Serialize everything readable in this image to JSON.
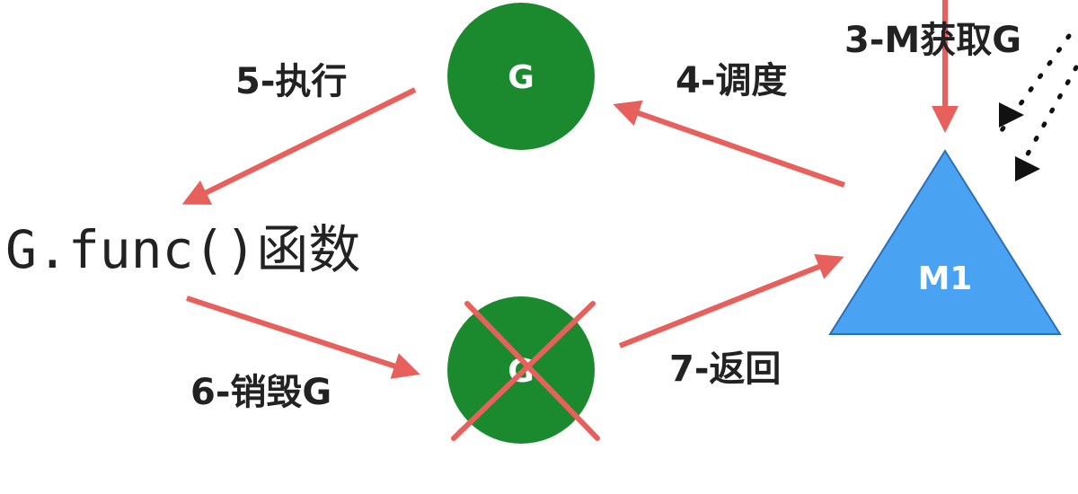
{
  "colors": {
    "goroutine_fill": "#1b8a2f",
    "machine_fill": "#4aa3f2",
    "arrow": "#e8605c",
    "text": "#222222"
  },
  "nodes": {
    "g_top": "G",
    "g_bottom": "G",
    "m1": "M1",
    "func": "G.func()函数"
  },
  "steps": {
    "step3": "3-M获取G",
    "step4": "4-调度",
    "step5": "5-执行",
    "step6": "6-销毁G",
    "step7": "7-返回"
  }
}
